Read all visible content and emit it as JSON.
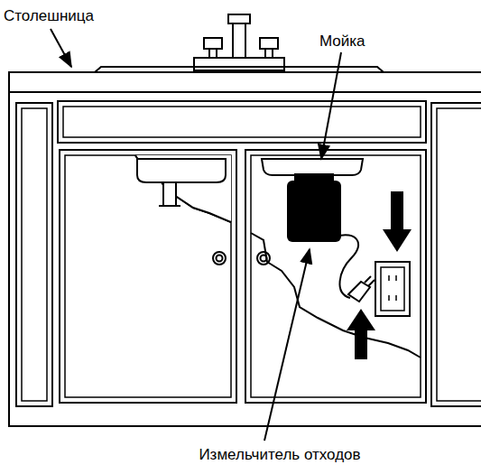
{
  "diagram": {
    "labels": [
      "Столешница",
      "Мойка",
      "Измельчитель отходов"
    ]
  }
}
